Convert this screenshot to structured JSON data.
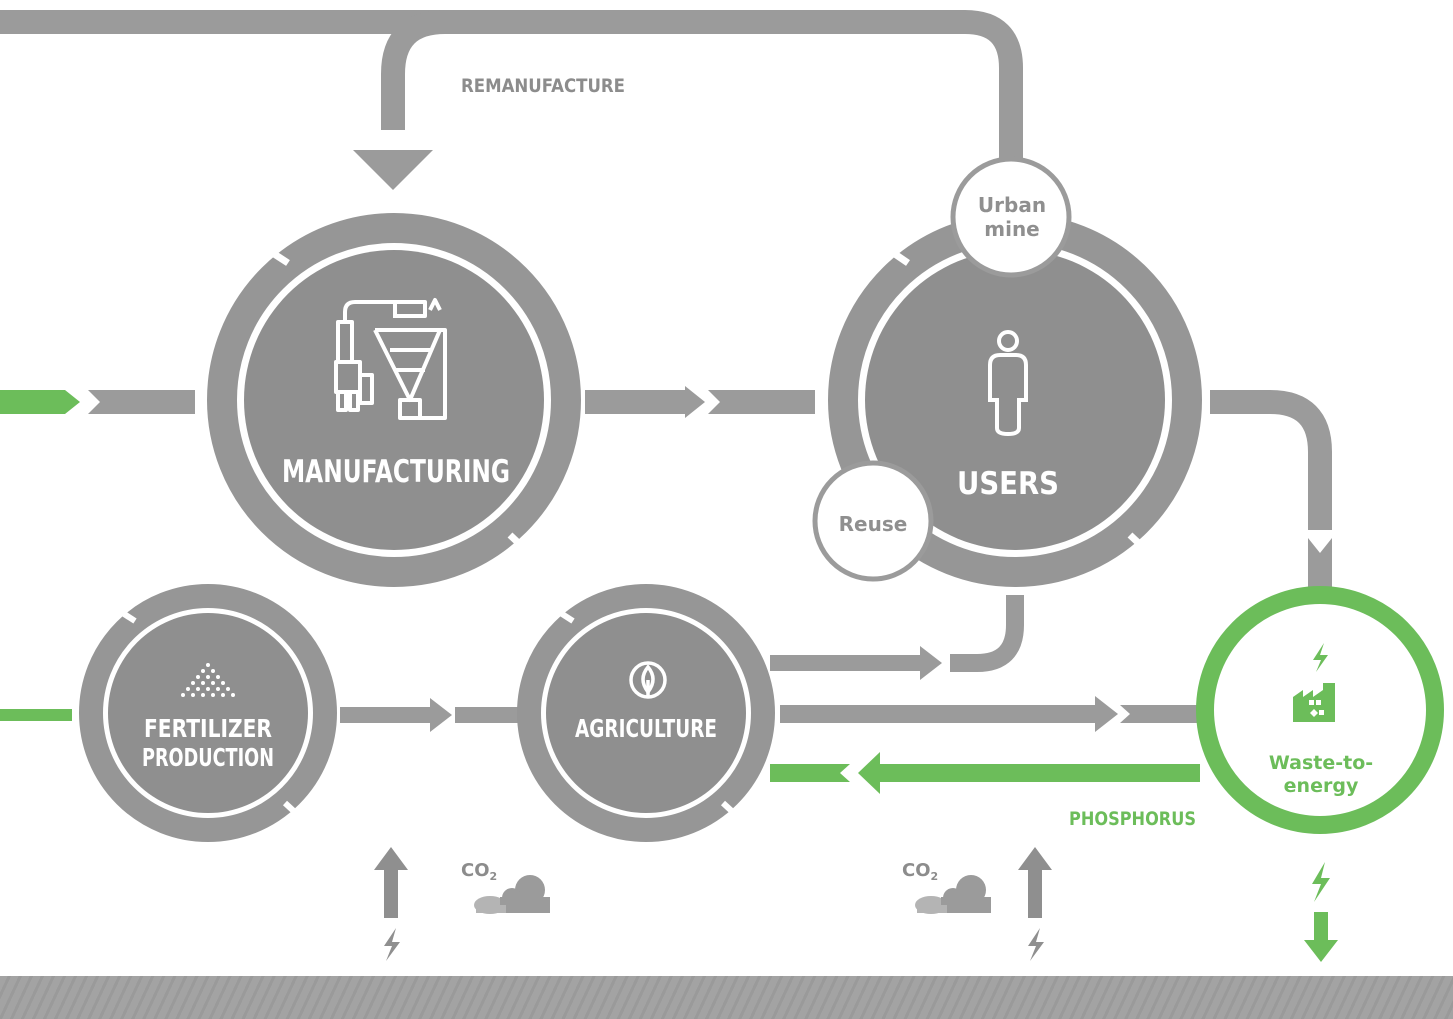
{
  "nodes": {
    "manufacturing": {
      "title": "MANUFACTURING",
      "icon": "factory-machinery-icon"
    },
    "users": {
      "title": "USERS",
      "icon": "person-icon"
    },
    "fertilizer": {
      "title_line1": "FERTILIZER",
      "title_line2": "PRODUCTION",
      "icon": "granules-pile-icon"
    },
    "agriculture": {
      "title": "AGRICULTURE",
      "icon": "leaf-icon"
    },
    "waste_to_energy": {
      "title_line1": "Waste-to-",
      "title_line2": "energy",
      "icon": "waste-factory-icon"
    }
  },
  "bubbles": {
    "urban_mine": {
      "line1": "Urban",
      "line2": "mine"
    },
    "reuse": {
      "label": "Reuse"
    }
  },
  "flow_labels": {
    "remanufacture": "REMANUFACTURE",
    "phosphorus": "PHOSPHORUS"
  },
  "emissions": {
    "co2_left": {
      "base": "CO",
      "sub": "2",
      "icon": "cloud-icon"
    },
    "co2_right": {
      "base": "CO",
      "sub": "2",
      "icon": "cloud-icon"
    }
  },
  "icons": {
    "energy_in": "lightning-bolt-icon",
    "energy_out": "lightning-bolt-icon",
    "arrow_up": "arrow-up-icon",
    "arrow_down": "arrow-down-icon"
  },
  "colors": {
    "primary_gray": "#9b9b9b",
    "dark_gray": "#8a8a8a",
    "ring_gray": "#969696",
    "accent_green": "#6cbd5a",
    "white": "#ffffff"
  }
}
